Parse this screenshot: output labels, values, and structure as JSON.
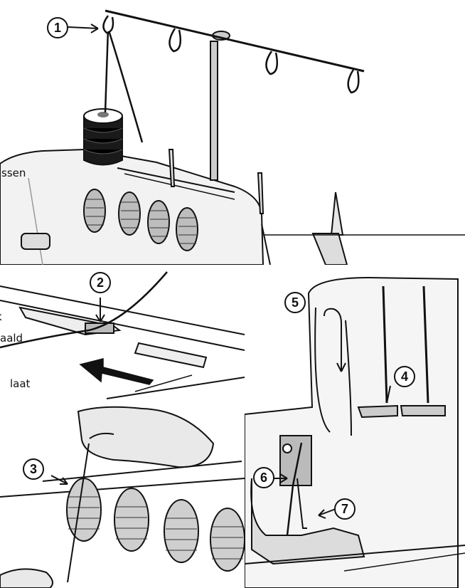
{
  "figure": {
    "callouts": [
      "1",
      "2",
      "3",
      "4",
      "5",
      "6",
      "7"
    ],
    "cropped_labels": {
      "top_left": "ssen",
      "mid_left_1": "k",
      "mid_left_2": "aald",
      "mid_left_3": "laat"
    }
  }
}
